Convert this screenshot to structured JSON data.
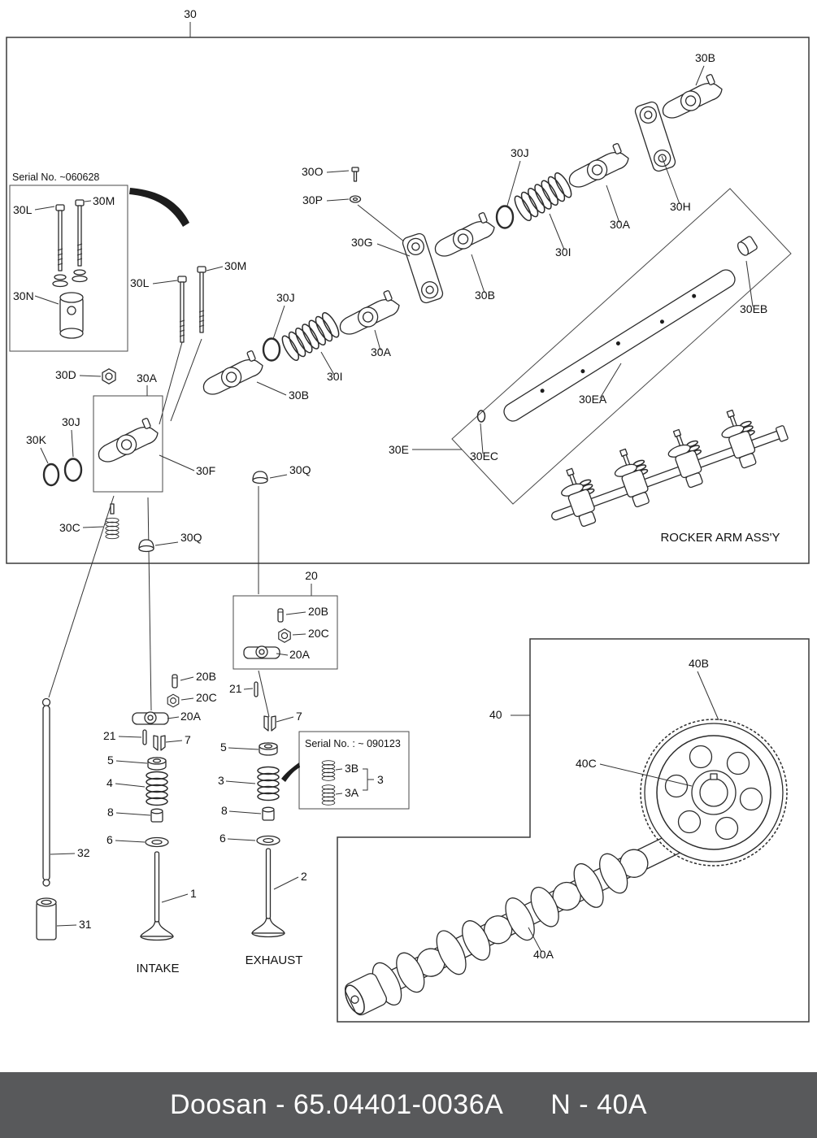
{
  "labels": {
    "fig30": "30",
    "serial1": "Serial No. ~060628",
    "s30L": "30L",
    "s30M": "30M",
    "s30N": "30N",
    "o30O": "30O",
    "p30P": "30P",
    "jTop": "30J",
    "bTop": "30B",
    "aTop": "30A",
    "h30H": "30H",
    "iTop": "30I",
    "g30G": "30G",
    "bMid": "30B",
    "mMid": "30M",
    "lMid": "30L",
    "jMid": "30J",
    "aMid": "30A",
    "iMid": "30I",
    "bLow": "30B",
    "d30D": "30D",
    "aLow": "30A",
    "jLow": "30J",
    "k30K": "30K",
    "f30F": "30F",
    "qA": "30Q",
    "c30C": "30C",
    "qB": "30Q",
    "e30E": "30E",
    "ea": "30EA",
    "eb": "30EB",
    "ec": "30EC",
    "rockerCaption": "ROCKER ARM ASS'Y",
    "fig20": "20",
    "box20B": "20B",
    "box20C": "20C",
    "box20A": "20A",
    "box21": "21",
    "in20B": "20B",
    "in20C": "20C",
    "in20A": "20A",
    "in21": "21",
    "in7": "7",
    "in5": "5",
    "in4": "4",
    "in8": "8",
    "in6": "6",
    "rod32": "32",
    "tappet31": "31",
    "valve1": "1",
    "intake": "INTAKE",
    "ex7": "7",
    "ex5": "5",
    "ex3": "3",
    "ex8": "8",
    "ex6": "6",
    "valve2": "2",
    "exhaust": "EXHAUST",
    "serial2": "Serial No. : ~ 090123",
    "s3B": "3B",
    "s3A": "3A",
    "s3": "3",
    "fig40": "40",
    "l40B": "40B",
    "l40C": "40C",
    "l40A": "40A"
  },
  "footer": {
    "part_line": "Doosan - 65.04401-0036A",
    "ref": "N - 40A"
  },
  "colors": {
    "footer_bg": "#58595b",
    "line": "#2b2b2b"
  }
}
